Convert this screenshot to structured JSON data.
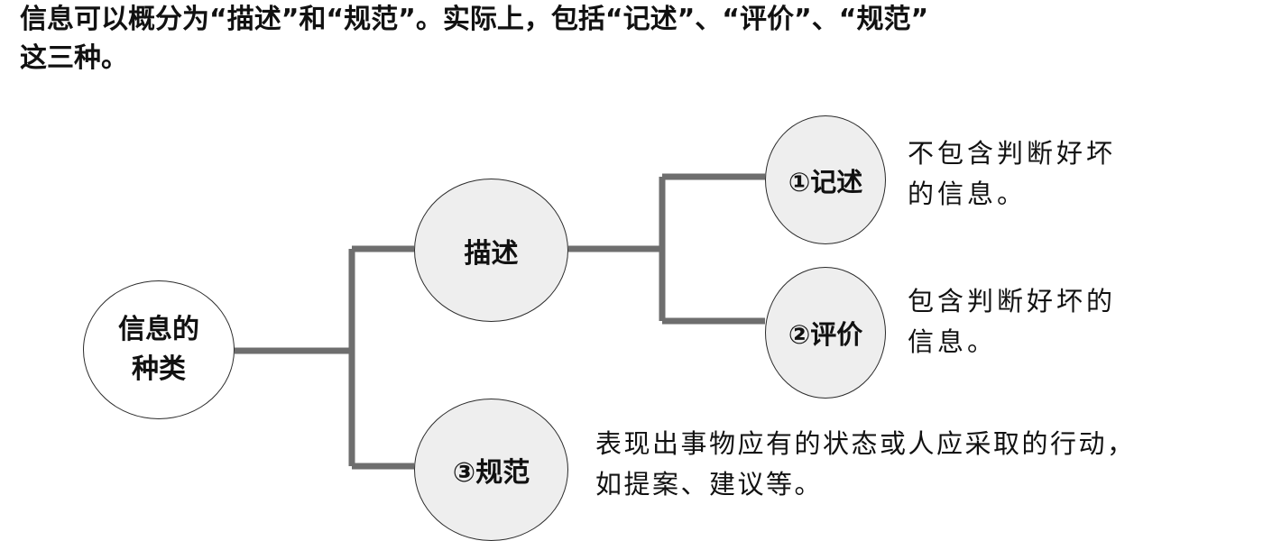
{
  "intro": {
    "line1": "信息可以概分为“描述”和“规范”。实际上，包括“记述”、“评价”、“规范”",
    "line2": "这三种。"
  },
  "nodes": {
    "root": {
      "line1": "信息的",
      "line2": "种类"
    },
    "description": "描述",
    "record": "①记述",
    "evaluation": "②评价",
    "norm": "③规范"
  },
  "notes": {
    "record": {
      "line1": "不包含判断好坏",
      "line2": "的信息。"
    },
    "evaluation": {
      "line1": "包含判断好坏的",
      "line2": "信息。"
    },
    "norm": {
      "line1": "表现出事物应有的状态或人应采取的行动，",
      "line2": "如提案、建议等。"
    }
  },
  "colors": {
    "connector": "#6e6e6e",
    "node_fill": "#eeeeee",
    "root_fill": "#ffffff",
    "outline": "#2b2b2b"
  }
}
